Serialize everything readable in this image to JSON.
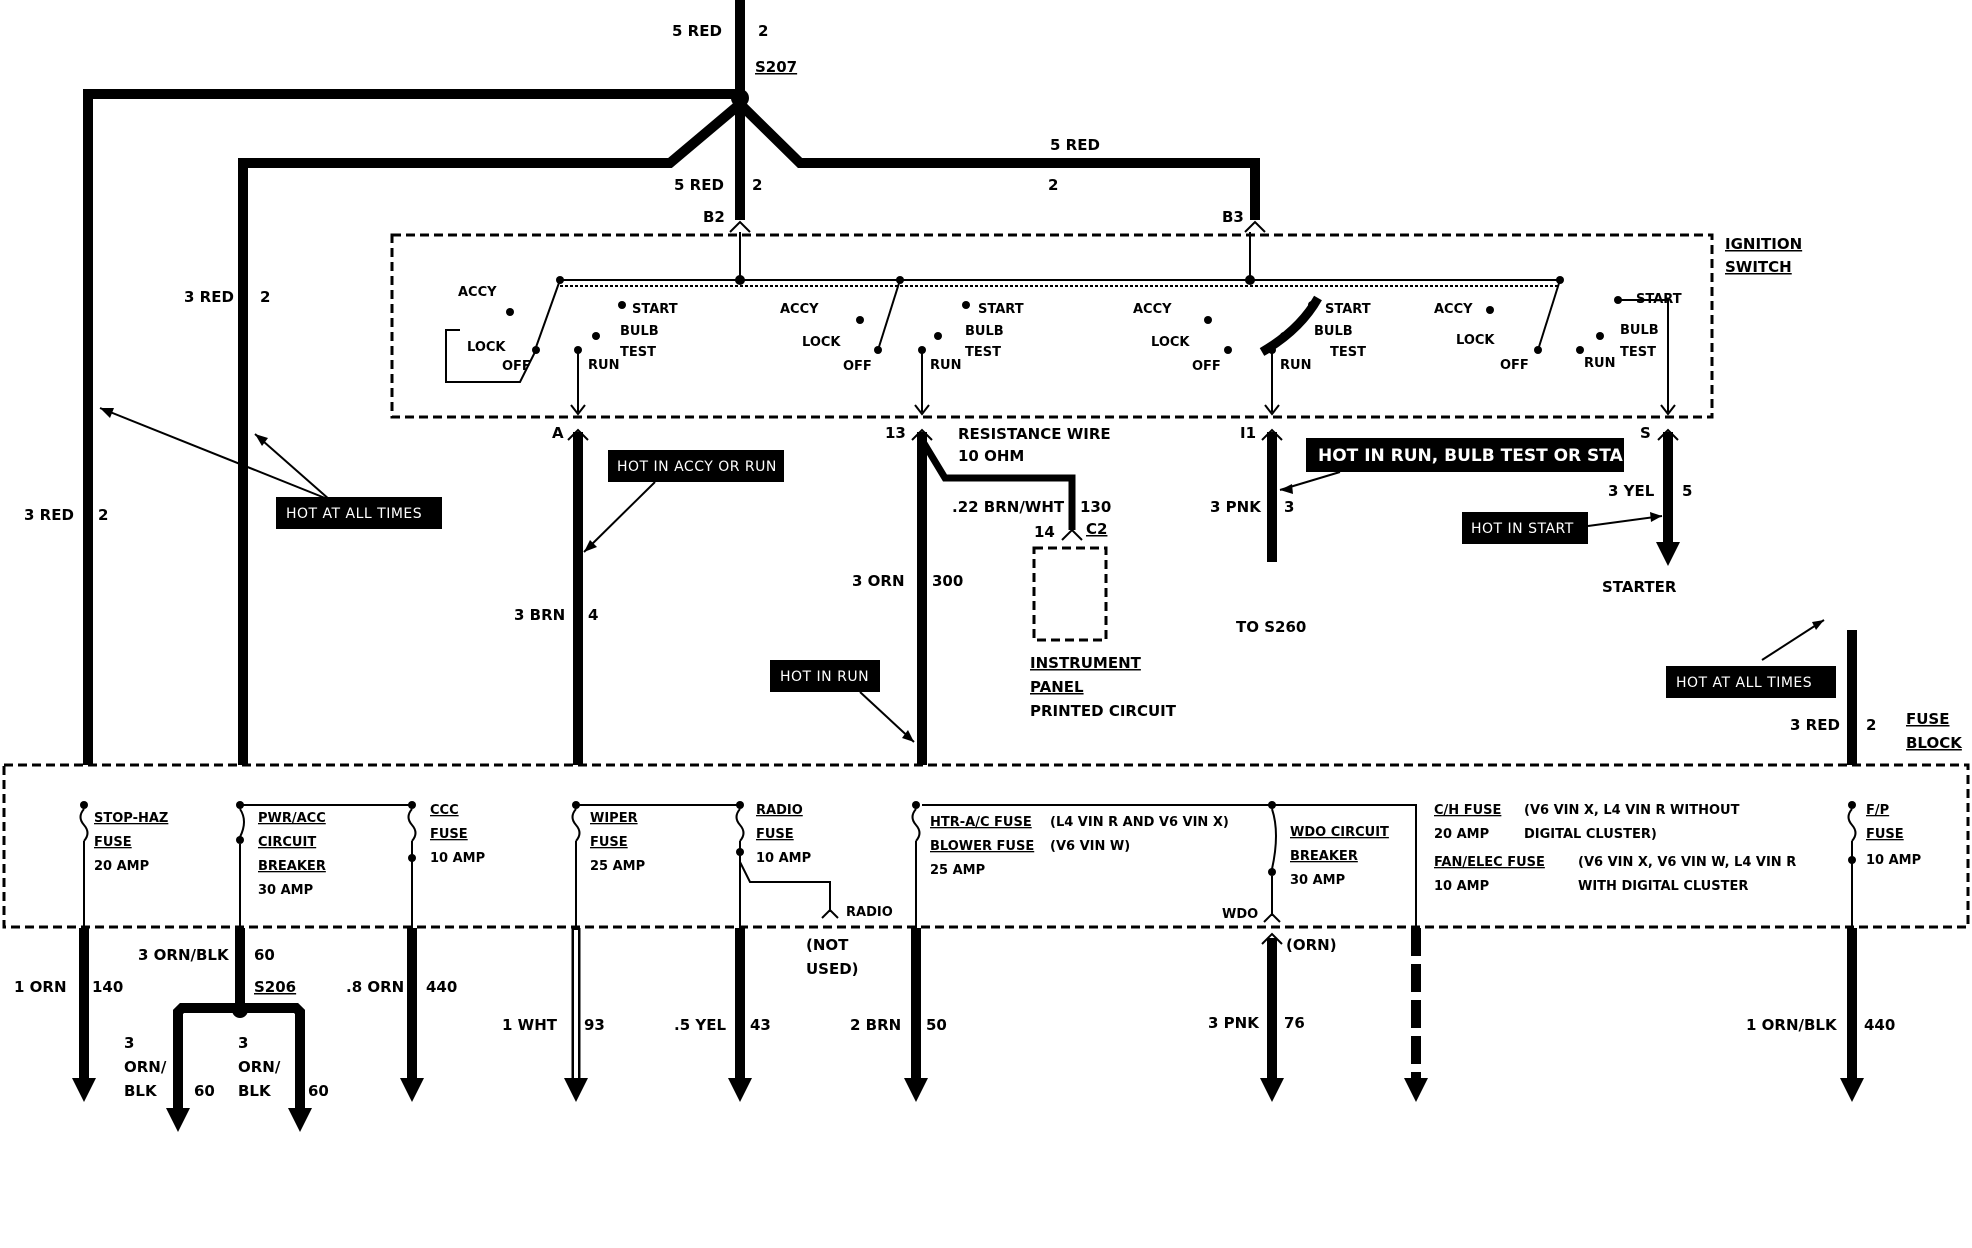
{
  "top_feed": {
    "wire_size": "5 RED",
    "wire_num": "2",
    "splice": "S207"
  },
  "left_branch": {
    "wire_size": "5 RED",
    "wire_num": "2"
  },
  "right_branch": {
    "wire_size": "5 RED",
    "wire_num": "2"
  },
  "terminals": {
    "b2": "B2",
    "b3": "B3",
    "a": "A",
    "t13": "13",
    "i1": "I1",
    "s": "S"
  },
  "ignition_switch": {
    "title_line1": "IGNITION",
    "title_line2": "SWITCH",
    "positions": {
      "accy": "ACCY",
      "lock": "LOCK",
      "off": "OFF",
      "run": "RUN",
      "start": "START",
      "bulb": "BULB",
      "test": "TEST"
    }
  },
  "wires": {
    "outer_left": {
      "size": "3 RED",
      "num": "2"
    },
    "inner_left": {
      "size": "3 RED",
      "num": "2"
    },
    "brn": {
      "size": "3 BRN",
      "num": "4"
    },
    "orn": {
      "size": "3 ORN",
      "num": "300"
    },
    "pnk_top": {
      "size": "3 PNK",
      "num": "3"
    },
    "yel": {
      "size": "3 YEL",
      "num": "5"
    },
    "fp_red": {
      "size": "3 RED",
      "num": "2"
    },
    "resistance": {
      "line1": "RESISTANCE WIRE",
      "line2": "10 OHM"
    },
    "brn_wht": {
      "size": ".22 BRN/WHT",
      "num": "130"
    }
  },
  "connector_c2": {
    "pin": "14",
    "name": "C2"
  },
  "instrument_panel": {
    "line1": "INSTRUMENT",
    "line2": "PANEL",
    "line3": "PRINTED CIRCUIT"
  },
  "destinations": {
    "starter": "STARTER",
    "to_s260": "TO S260"
  },
  "callouts": {
    "hot_all_left": "HOT AT ALL TIMES",
    "hot_accy_run": "HOT IN ACCY OR RUN",
    "hot_run_bulb_start": "HOT IN RUN, BULB TEST OR START",
    "hot_start": "HOT IN START",
    "hot_run": "HOT IN RUN",
    "hot_all_right": "HOT AT ALL TIMES"
  },
  "fuse_block": {
    "title_line1": "FUSE",
    "title_line2": "BLOCK",
    "stop_haz": {
      "l1": "STOP-HAZ",
      "l2": "FUSE",
      "rating": "20 AMP"
    },
    "pwr_acc": {
      "l1": "PWR/ACC",
      "l2": "CIRCUIT",
      "l3": "BREAKER",
      "rating": "30 AMP"
    },
    "ccc": {
      "l1": "CCC",
      "l2": "FUSE",
      "rating": "10 AMP"
    },
    "wiper": {
      "l1": "WIPER",
      "l2": "FUSE",
      "rating": "25 AMP"
    },
    "radio": {
      "l1": "RADIO",
      "l2": "FUSE",
      "rating": "10 AMP",
      "terminal": "RADIO",
      "not1": "(NOT",
      "not2": "USED)"
    },
    "htr": {
      "l1": "HTR-A/C FUSE",
      "l1b": "(L4 VIN R AND V6 VIN X)",
      "l2": "BLOWER FUSE",
      "l2b": "(V6 VIN W)",
      "rating": "25 AMP"
    },
    "wdo": {
      "l1": "WDO CIRCUIT",
      "l2": "BREAKER",
      "rating": "30 AMP",
      "terminal": "WDO",
      "orn": "(ORN)"
    },
    "ch": {
      "l1": "C/H FUSE",
      "l1b": "(V6 VIN X, L4 VIN R WITHOUT",
      "l1c": "DIGITAL CLUSTER)",
      "rating1": "20 AMP",
      "l2": "FAN/ELEC FUSE",
      "l2b": "(V6 VIN X, V6 VIN W, L4 VIN R",
      "l2c": "WITH DIGITAL CLUSTER",
      "rating2": "10 AMP"
    },
    "fp": {
      "l1": "F/P",
      "l2": "FUSE",
      "rating": "10 AMP"
    }
  },
  "outputs": {
    "o1": {
      "size": "1 ORN",
      "num": "140"
    },
    "o2": {
      "size": "3 ORN/BLK",
      "num": "60",
      "splice": "S206"
    },
    "o2a": {
      "l1": "3",
      "l2": "ORN/",
      "l3": "BLK",
      "num": "60"
    },
    "o2b": {
      "l1": "3",
      "l2": "ORN/",
      "l3": "BLK",
      "num": "60"
    },
    "o3": {
      "size": ".8 ORN",
      "num": "440"
    },
    "o4": {
      "size": "1 WHT",
      "num": "93"
    },
    "o5": {
      "size": ".5 YEL",
      "num": "43"
    },
    "o6": {
      "size": "2 BRN",
      "num": "50"
    },
    "o7": {
      "size": "3 PNK",
      "num": "76"
    },
    "o9": {
      "size": "1 ORN/BLK",
      "num": "440"
    }
  }
}
